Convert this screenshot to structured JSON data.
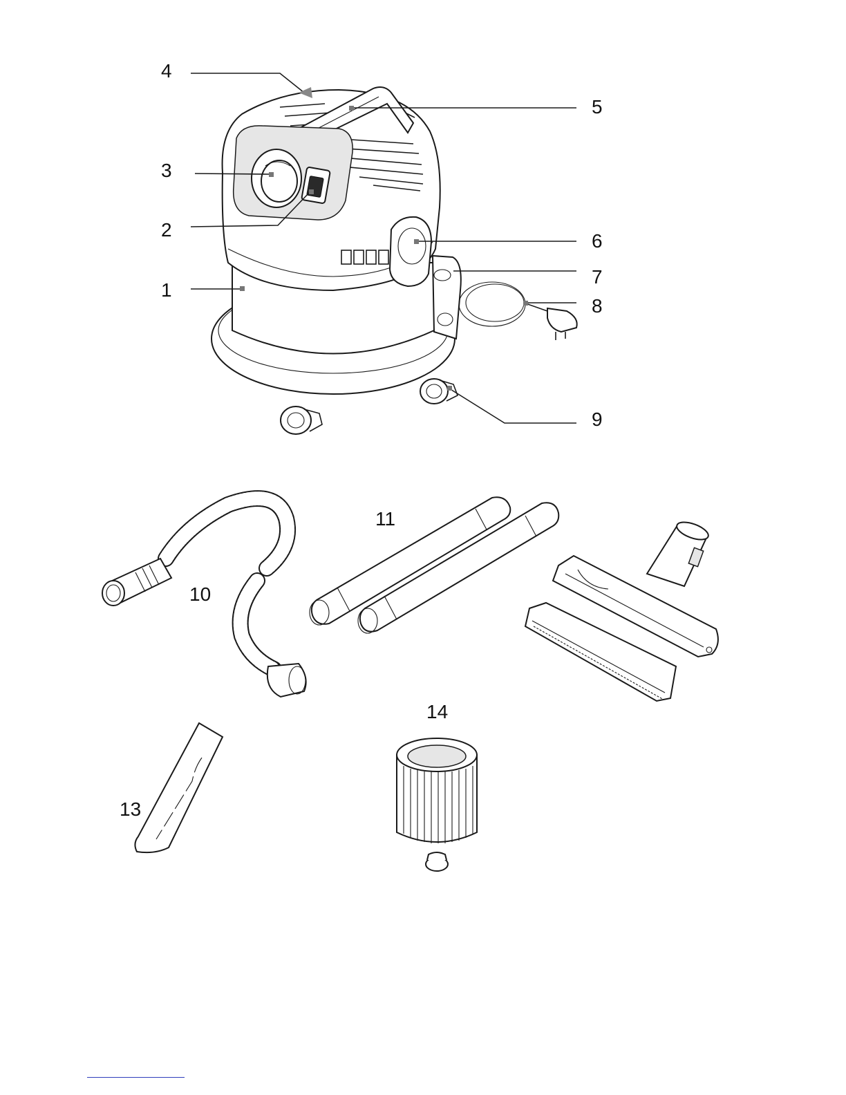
{
  "callouts": {
    "c1": "1",
    "c2": "2",
    "c3": "3",
    "c4": "4",
    "c5": "5",
    "c6": "6",
    "c7": "7",
    "c8": "8",
    "c9": "9",
    "c10": "10",
    "c11": "11",
    "c13": "13",
    "c14": "14"
  },
  "colors": {
    "line": "#1a1a1a",
    "arrow": "#888888",
    "footer_rule": "#2d3dbb"
  }
}
